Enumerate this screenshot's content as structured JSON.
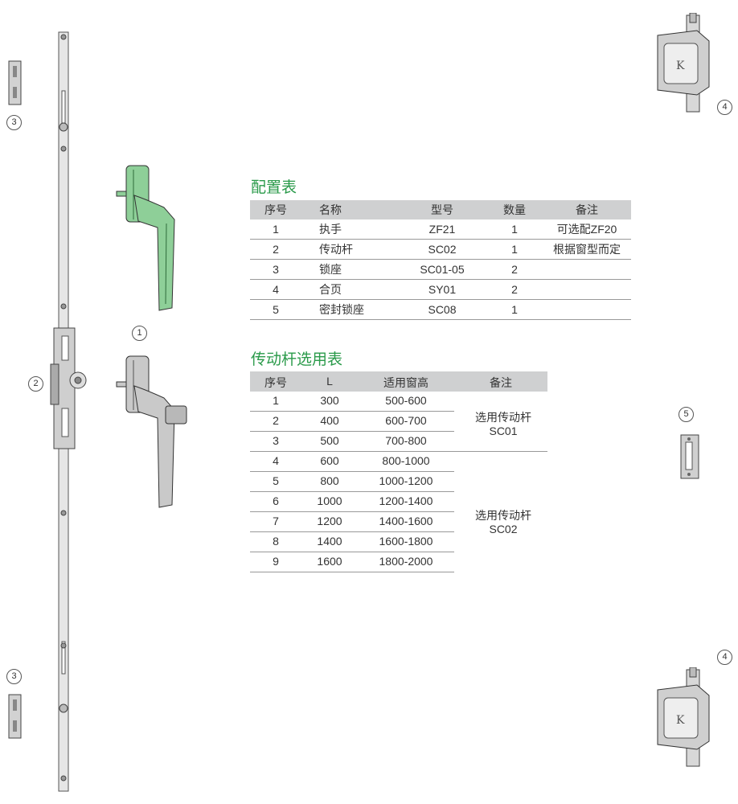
{
  "config_table": {
    "title": "配置表",
    "headers": [
      "序号",
      "名称",
      "型号",
      "数量",
      "备注"
    ],
    "rows": [
      [
        "1",
        "执手",
        "ZF21",
        "1",
        "可选配ZF20"
      ],
      [
        "2",
        "传动杆",
        "SC02",
        "1",
        "根据窗型而定"
      ],
      [
        "3",
        "锁座",
        "SC01-05",
        "2",
        ""
      ],
      [
        "4",
        "合页",
        "SY01",
        "2",
        ""
      ],
      [
        "5",
        "密封锁座",
        "SC08",
        "1",
        ""
      ]
    ]
  },
  "rod_table": {
    "title": "传动杆选用表",
    "headers": [
      "序号",
      "L",
      "适用窗高",
      "备注"
    ],
    "rows": [
      [
        "1",
        "300",
        "500-600"
      ],
      [
        "2",
        "400",
        "600-700"
      ],
      [
        "3",
        "500",
        "700-800"
      ],
      [
        "4",
        "600",
        "800-1000"
      ],
      [
        "5",
        "800",
        "1000-1200"
      ],
      [
        "6",
        "1000",
        "1200-1400"
      ],
      [
        "7",
        "1200",
        "1400-1600"
      ],
      [
        "8",
        "1400",
        "1600-1800"
      ],
      [
        "9",
        "1600",
        "1800-2000"
      ]
    ],
    "notes": [
      {
        "line1": "选用传动杆",
        "line2": "SC01"
      },
      {
        "line1": "选用传动杆",
        "line2": "SC02"
      }
    ]
  },
  "callouts": {
    "lock_top": "3",
    "rod": "2",
    "handle": "1",
    "hinge_top": "4",
    "seal_lock": "5",
    "lock_bottom": "3",
    "hinge_bottom": "4"
  },
  "colors": {
    "title_green": "#2a9a4a",
    "handle_green": "#8ecf98",
    "header_gray": "#cfd0d1"
  }
}
